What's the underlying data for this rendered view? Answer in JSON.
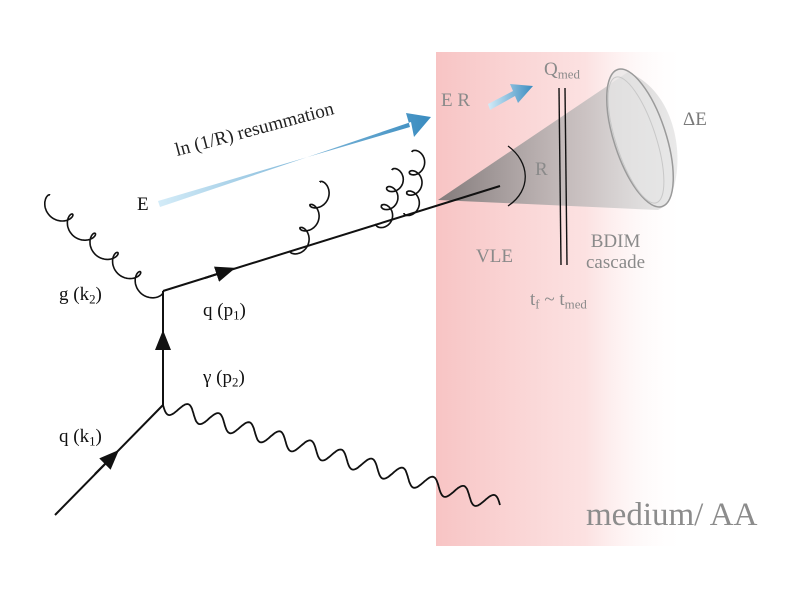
{
  "labels": {
    "gluon": {
      "main": "g (k",
      "sub": "2",
      "tail": ")"
    },
    "quark_in": {
      "main": "q (k",
      "sub": "1",
      "tail": ")"
    },
    "quark_out": {
      "main": "q (p",
      "sub": "1",
      "tail": ")"
    },
    "photon": {
      "main": "γ (p",
      "sub": "2",
      "tail": ")"
    },
    "resummation": "ln (1/R) resummation",
    "E": "E",
    "ER": "E R",
    "Qmed": {
      "main": "Q",
      "sub": "med"
    },
    "R": "R",
    "dE": "ΔE",
    "VLE": "VLE",
    "bdim_line1": "BDIM",
    "bdim_line2": "cascade",
    "tf": {
      "main1": "t",
      "sub1": "f",
      "mid": " ~ t",
      "sub2": "med"
    },
    "medium": "medium/ AA"
  },
  "colors": {
    "line": "#111111",
    "arrow_light": "#cfe8f5",
    "arrow_dark": "#3f8fc0",
    "medium_band": "#f7c6c6",
    "cone": "#b0b0b0",
    "label_grey": "#8a8a8a"
  }
}
